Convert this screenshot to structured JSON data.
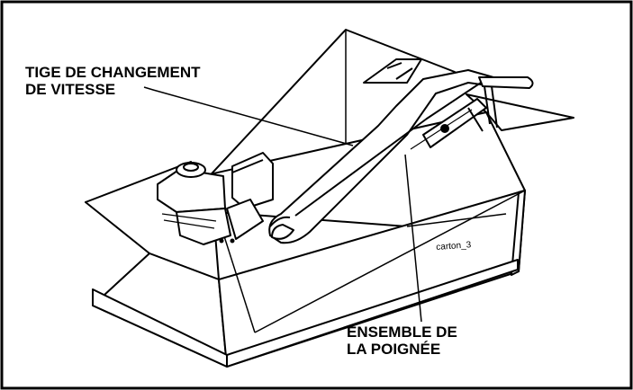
{
  "labels": {
    "shift_rod": [
      "TIGE DE CHANGEMENT",
      "DE VITESSE"
    ],
    "handle_assembly": [
      "ENSEMBLE DE",
      "LA POIGNÉE"
    ],
    "carton_id": "carton_3"
  },
  "colors": {
    "line": "#000000",
    "background": "#ffffff"
  }
}
